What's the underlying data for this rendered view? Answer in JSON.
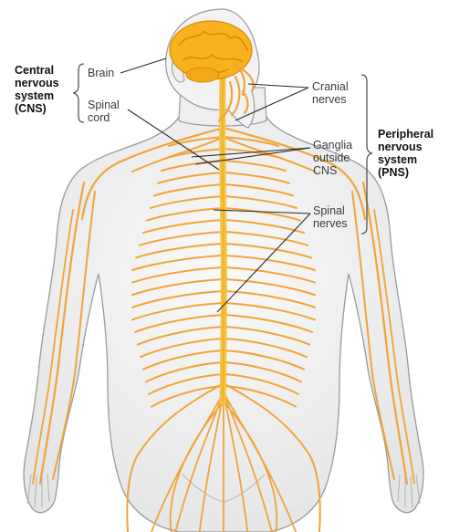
{
  "groups": {
    "cns": {
      "lines": [
        "Central",
        "nervous",
        "system",
        "(CNS)"
      ]
    },
    "pns": {
      "lines": [
        "Peripheral",
        "nervous",
        "system",
        "(PNS)"
      ]
    }
  },
  "labels": {
    "brain": {
      "lines": [
        "Brain"
      ]
    },
    "spinal_cord": {
      "lines": [
        "Spinal",
        "cord"
      ]
    },
    "cranial_nerves": {
      "lines": [
        "Cranial",
        "nerves"
      ]
    },
    "ganglia": {
      "lines": [
        "Ganglia",
        "outside",
        "CNS"
      ]
    },
    "spinal_nerves": {
      "lines": [
        "Spinal",
        "nerves"
      ]
    }
  },
  "colors": {
    "nerve": "#f0a43a",
    "nerve_light": "#f7c25a",
    "cord": "#f6c33a",
    "brain": "#f7b21e",
    "body_fill": "#f2f2f2",
    "body_stroke": "#9a9a9a",
    "leader": "#2a2a2a",
    "bracket": "#555555"
  }
}
